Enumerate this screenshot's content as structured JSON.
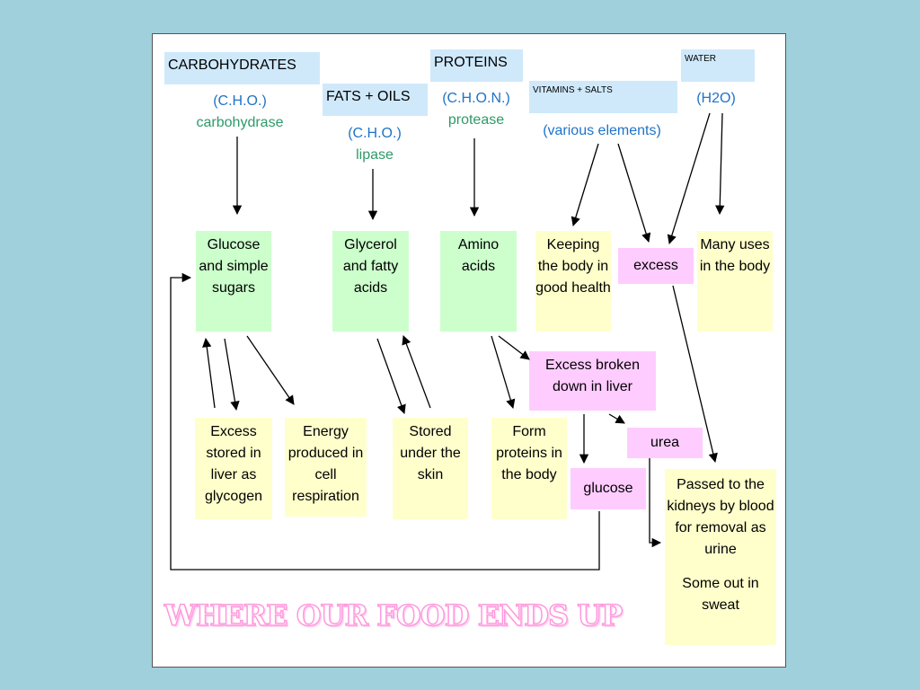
{
  "headers": {
    "carbohydrates": "CARBOHYDRATES",
    "fats_oils": "FATS + OILS",
    "proteins": "PROTEINS",
    "vitamins_salts": "VITAMINS + SALTS",
    "water": "WATER"
  },
  "formulas": {
    "carbohydrates": "(C.H.O.)",
    "fats_oils": "(C.H.O.)",
    "proteins": "(C.H.O.N.)",
    "vitamins_salts": "(various elements)",
    "water": "(H2O)"
  },
  "enzymes": {
    "carbohydrates": "carbohydrase",
    "fats_oils": "lipase",
    "proteins": "protease"
  },
  "nodes": {
    "glucose_sugars": "Glucose and simple sugars",
    "glycerol": "Glycerol and fatty acids",
    "amino": "Amino acids",
    "keeping": "Keeping the body in good health",
    "excess": "excess",
    "many_uses": "Many uses in the body",
    "excess_liver": "Excess broken down in liver",
    "glycogen": "Excess stored in liver as glycogen",
    "energy": "Energy produced in cell respiration",
    "stored_skin": "Stored under the skin",
    "form_proteins": "Form proteins in the body",
    "urea": "urea",
    "glucose": "glucose",
    "kidneys": "Passed to the kidneys by blood for removal as urine",
    "sweat": "Some out in sweat"
  },
  "title": "WHERE OUR FOOD ENDS UP",
  "colors": {
    "background": "#9fd0dc",
    "header_fill": "#cfe9fa",
    "green_fill": "#ccffcc",
    "yellow_fill": "#ffffcc",
    "pink_fill": "#ffccff",
    "formula_text": "#1f73c8",
    "enzyme_text": "#2e9a68",
    "title_outline": "#ff99dd"
  }
}
